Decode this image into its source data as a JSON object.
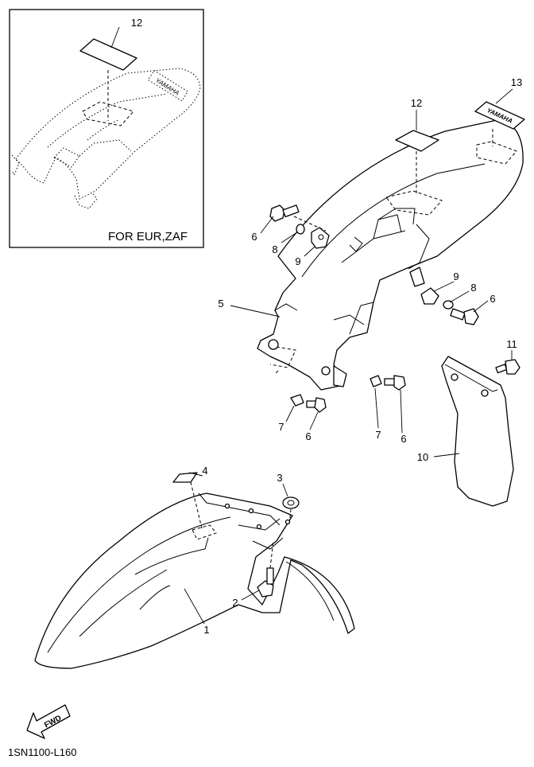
{
  "inset": {
    "caption": "FOR EUR,ZAF"
  },
  "callouts": {
    "c1": "1",
    "c2": "2",
    "c3": "3",
    "c4": "4",
    "c5": "5",
    "c6a": "6",
    "c6b": "6",
    "c6c": "6",
    "c6d": "6",
    "c7a": "7",
    "c7b": "7",
    "c8a": "8",
    "c8b": "8",
    "c9a": "9",
    "c9b": "9",
    "c10": "10",
    "c11": "11",
    "c12a": "12",
    "c12b": "12",
    "c13": "13"
  },
  "decal_text": "YAMAHA",
  "fwd_label": "FWD",
  "drawing_code": "1SN1100-L160"
}
